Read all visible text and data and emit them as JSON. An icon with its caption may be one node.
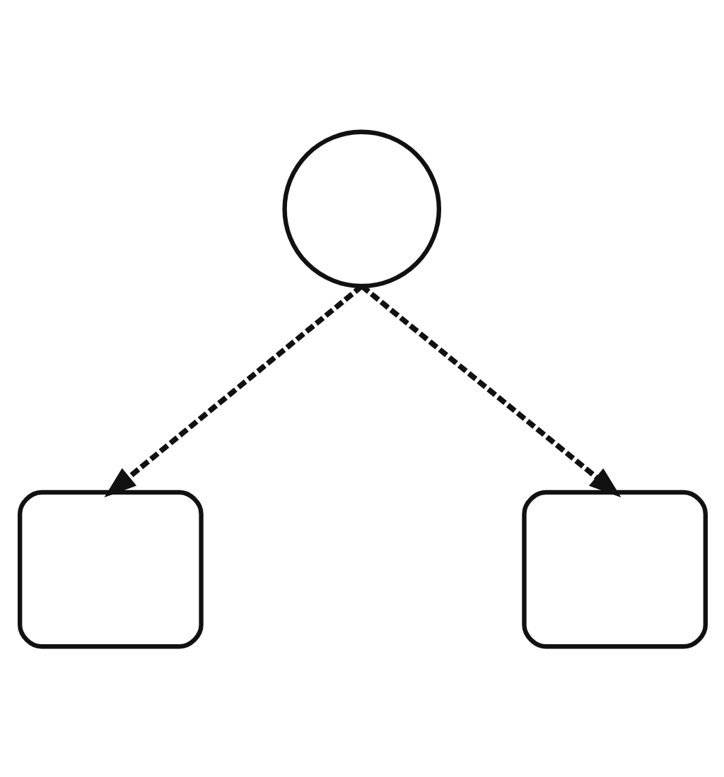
{
  "diagram": {
    "nodes": [
      {
        "text": [],
        "shape": "circle"
      },
      {
        "text": [],
        "shape": "box"
      },
      {
        "text": [],
        "shape": "box"
      }
    ],
    "edges": [
      {
        "from": 0,
        "to": 1,
        "arrow": "to",
        "style": "dashed"
      },
      {
        "from": 0,
        "to": 2,
        "arrow": "to",
        "style": "dashed"
      }
    ]
  }
}
